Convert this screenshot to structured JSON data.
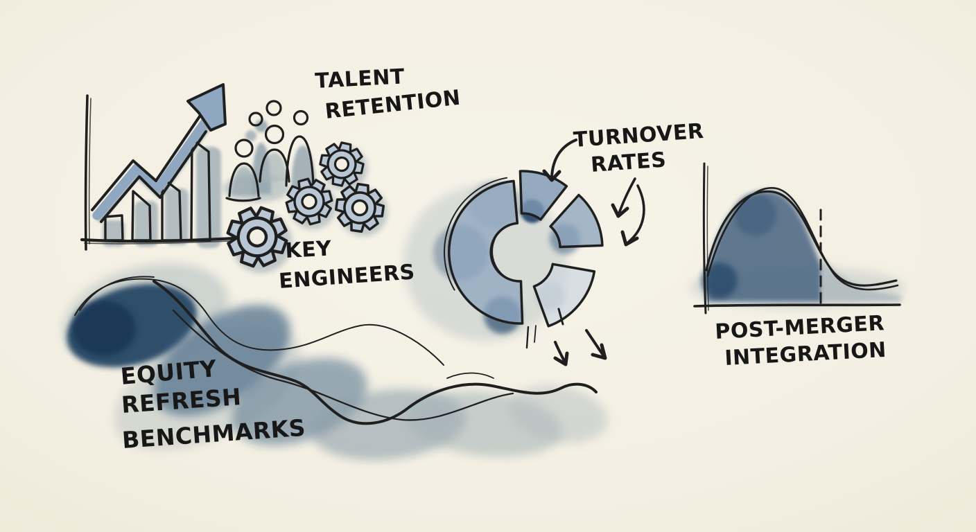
{
  "meta": {
    "style": "hand-drawn watercolor sketchnote",
    "paper_color": "#f3efe2",
    "ink_color": "#1f1f1f"
  },
  "palette": {
    "blue_light": "#c6d1dd",
    "blue_midlight": "#a2b5c7",
    "blue_mid": "#8aa2bc",
    "blue_deep": "#5d7ea1",
    "blue_dark": "#2f517a",
    "blue_navy": "#1b3a60"
  },
  "labels": {
    "talent_retention": {
      "line1": "TALENT",
      "line2": "RETENTION"
    },
    "key_engineers": {
      "line1": "KEY",
      "line2": "ENGINEERS"
    },
    "turnover_rates": {
      "line1": "TURNOVER",
      "line2": "RATES"
    },
    "post_merger_integration": {
      "line1": "POST-MERGER",
      "line2": "INTEGRATION"
    },
    "equity_refresh_benchmarks": {
      "line1": "EQUITY",
      "line2": "REFRESH",
      "line3": "BENCHMARKS"
    }
  },
  "icons": [
    {
      "name": "growth-bar-chart-icon"
    },
    {
      "name": "people-group-icon"
    },
    {
      "name": "gears-icon"
    },
    {
      "name": "donut-chart-icon"
    },
    {
      "name": "bell-curve-icon"
    },
    {
      "name": "watercolor-wave-icon"
    },
    {
      "name": "annotation-arrow-icon"
    }
  ]
}
